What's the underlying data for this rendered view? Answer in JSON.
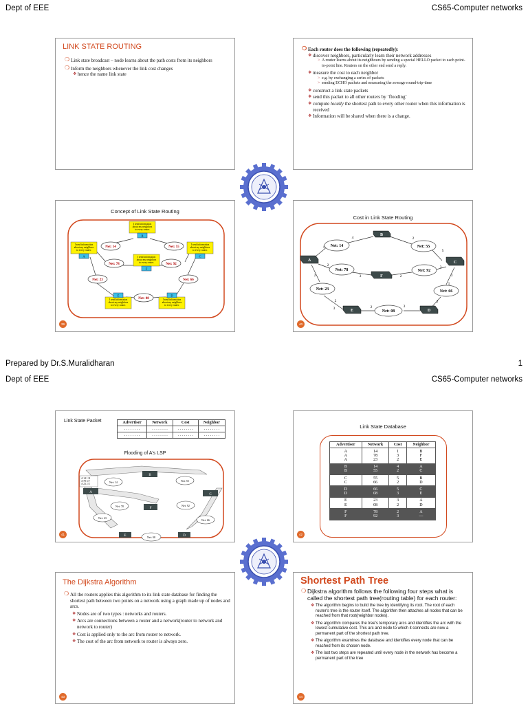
{
  "page1": {
    "header_left": "Dept of EEE",
    "header_right": "CS65-Computer networks",
    "footer_left": "Prepared by Dr.S.Muralidharan",
    "footer_right": "1"
  },
  "page2": {
    "header_left": "Dept of EEE",
    "header_right": "CS65-Computer networks"
  },
  "slide1": {
    "title": "LINK STATE ROUTING",
    "b1": "Link state broadcast – node learns about the path costs from its neighbors",
    "b2": "Inform the neighbors whenever the link cost changes",
    "s1": "hence the name link state"
  },
  "slide2": {
    "head": "Each router does the following (repeatedly):",
    "i1": "discover neighbors, particularly learn their network addresses",
    "i1a": "A router learns about its neighbours by sending a special HELLO packet to each point-to-point line. Routers on the other end send a reply.",
    "i2": "measure the cost to each neighbor",
    "i2a": "e.g. by exchanging a series of packets",
    "i2b": "sending ECHO packets and measuring the average round-trip-time",
    "i3": "construct a link state packets",
    "i4": "send this packet to all other routers by ‘flooding’",
    "i5a": "compute ",
    "i5b": "locally",
    "i5c": " the shortest path to every other router when this information is received",
    "i6": "Information will be shared when there is a change."
  },
  "slide3": {
    "title": "Concept of Link State Routing",
    "num": "39",
    "msg": "I send information about my neighbors to every router.",
    "nets": [
      "Net: 14",
      "Net: 55",
      "Net: 78",
      "Net: 92",
      "Net: 23",
      "Net: 66",
      "Net: 08"
    ],
    "routers": [
      "A",
      "B",
      "C",
      "D",
      "E",
      "F"
    ]
  },
  "slide4": {
    "title": "Cost in Link State Routing",
    "num": "40",
    "nets": [
      "Net: 14",
      "Net: 55",
      "Net: 78",
      "Net: 92",
      "Net: 23",
      "Net: 66",
      "Net: 08"
    ],
    "routers": [
      "A",
      "B",
      "C",
      "D",
      "E",
      "F"
    ],
    "costs": [
      "4",
      "2",
      "5",
      "1",
      "2",
      "3",
      "2",
      "3",
      "2",
      "3",
      "2",
      "1",
      "3",
      "2",
      "3",
      "2"
    ]
  },
  "slide5": {
    "title": "Link State Packet",
    "flood": "Flooding of A's LSP",
    "num": "41",
    "cols": [
      "Advertiser",
      "Network",
      "Cost",
      "Neighbor"
    ],
    "dots": ". . . . . . . .",
    "lsp": [
      "A 14 1 B",
      "A 78 3 F",
      "A 23 2 E"
    ]
  },
  "slide6": {
    "title": "Link State Database",
    "num": "42",
    "cols": [
      "Advertiser",
      "Network",
      "Cost",
      "Neighbor"
    ],
    "groups": [
      {
        "dark": false,
        "rows": [
          [
            "A",
            "14",
            "1",
            "B"
          ],
          [
            "A",
            "78",
            "3",
            "F"
          ],
          [
            "A",
            "23",
            "2",
            "E"
          ]
        ]
      },
      {
        "dark": true,
        "rows": [
          [
            "B",
            "14",
            "4",
            "A"
          ],
          [
            "B",
            "55",
            "2",
            "C"
          ]
        ]
      },
      {
        "dark": false,
        "rows": [
          [
            "C",
            "55",
            "5",
            "B"
          ],
          [
            "C",
            "66",
            "2",
            "D"
          ]
        ]
      },
      {
        "dark": true,
        "rows": [
          [
            "D",
            "66",
            "5",
            "C"
          ],
          [
            "D",
            "08",
            "3",
            "E"
          ]
        ]
      },
      {
        "dark": false,
        "rows": [
          [
            "E",
            "23",
            "3",
            "A"
          ],
          [
            "E",
            "08",
            "2",
            "D"
          ]
        ]
      },
      {
        "dark": true,
        "rows": [
          [
            "F",
            "78",
            "2",
            "A"
          ],
          [
            "F",
            "92",
            "3",
            "—"
          ]
        ]
      }
    ]
  },
  "slide7": {
    "title": "The Dijkstra Algorithm",
    "num": "43",
    "b1": "All the routers applies this algorithm to its link state database for finding the shortest path between two points on a network using a graph made up of nodes and arcs.",
    "s1": "Nodes are of two types : networks and routers.",
    "s2": "Arcs are connections between a router and a network(router to network and network to router)",
    "s3": "Cost is applied only to the arc from router to network.",
    "s4": "The cost of the arc from network to router is always zero."
  },
  "slide8": {
    "title": "Shortest Path Tree",
    "num": "44",
    "b1": "Dijkstra algorithm follows the following four steps what is called the shortest path tree(routing table) for each router:",
    "s1": "The algorithm begins to build the tree by identifying its root. The root of each router's tree is the router itself. The algorithm then attaches all nodes that can be reached from that root(neighbor nodes).",
    "s2": "The algorithm compares the tree's temporary arcs and identifies the arc with the lowest cumulative cost. This arc and node to which it connects are now a permanent part of the shortest path tree.",
    "s3": "The algorithm examines the database and identifies every node that can be reached from its chosen node.",
    "s4": "The last two steps are repeated until every node in the network has become a permanent part of the tree"
  }
}
